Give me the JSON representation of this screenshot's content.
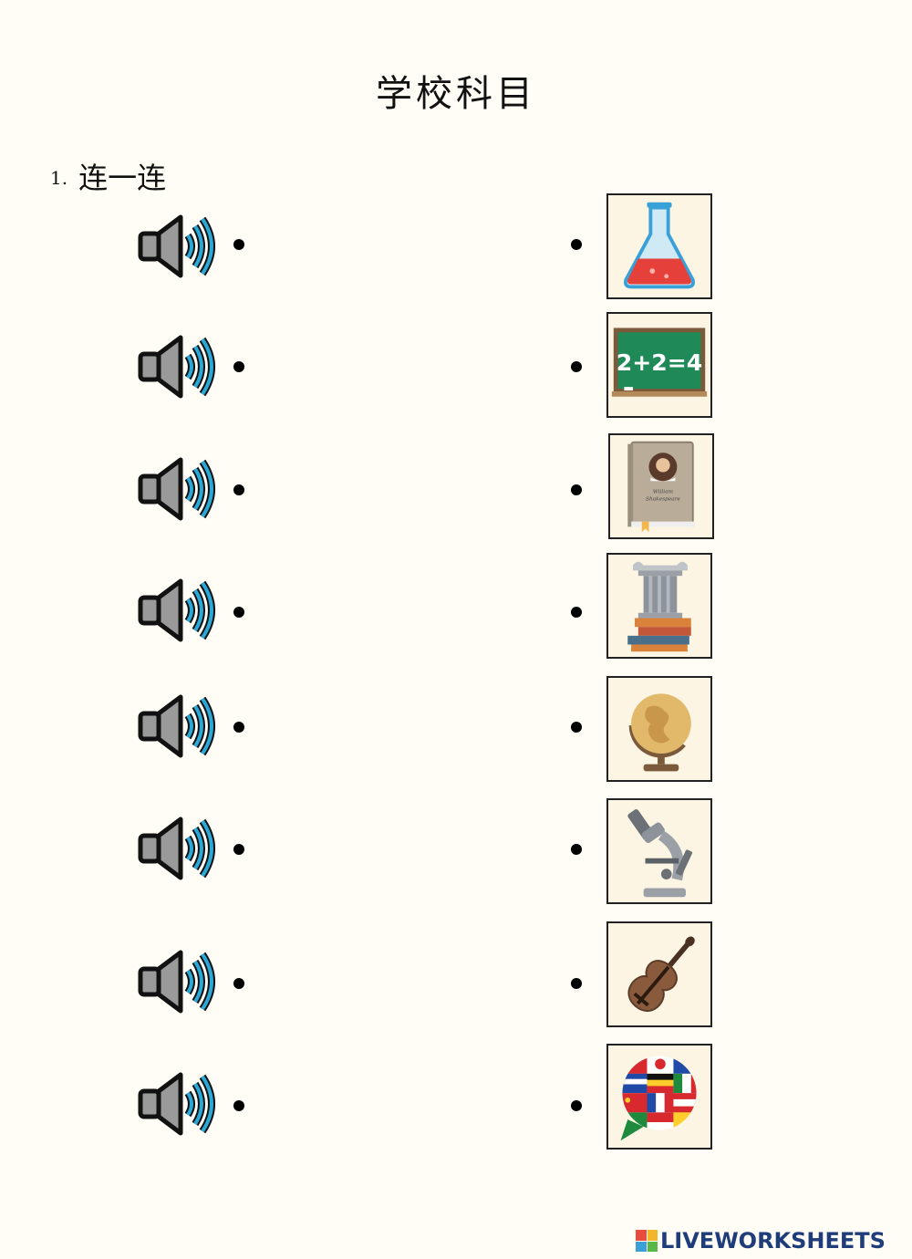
{
  "title": "学校科目",
  "instruction": {
    "number": "1.",
    "text": "连一连"
  },
  "rows": [
    {
      "speaker_icon": "speaker-icon",
      "picture": "flask-icon"
    },
    {
      "speaker_icon": "speaker-icon",
      "picture": "chalkboard-math-icon"
    },
    {
      "speaker_icon": "speaker-icon",
      "picture": "shakespeare-book-icon"
    },
    {
      "speaker_icon": "speaker-icon",
      "picture": "history-column-books-icon"
    },
    {
      "speaker_icon": "speaker-icon",
      "picture": "globe-icon"
    },
    {
      "speaker_icon": "speaker-icon",
      "picture": "microscope-icon"
    },
    {
      "speaker_icon": "speaker-icon",
      "picture": "violin-icon"
    },
    {
      "speaker_icon": "speaker-icon",
      "picture": "flags-speech-bubble-icon"
    }
  ],
  "pictures": {
    "chalkboard_text": "2+2=4",
    "book_text_line1": "William",
    "book_text_line2": "Shakespeare"
  },
  "colors": {
    "speaker_gray": "#9a9a9a",
    "sound_waves": "#2aa9d8",
    "card_bg": "#fdf5e3",
    "brand": "#1f3d7a"
  },
  "footer": {
    "brand": "LIVEWORKSHEETS"
  }
}
